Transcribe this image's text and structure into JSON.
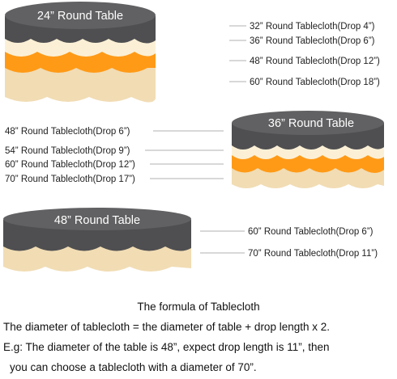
{
  "colors": {
    "tabletop": "#616163",
    "tabletop_edge": "#4f4f51",
    "cream": "#fbf0d6",
    "orange": "#ff9a17",
    "tan": "#f1dcb4",
    "label_text": "#222222",
    "arrow": "#999999"
  },
  "tables": [
    {
      "title": "24” Round Table",
      "tablecloths": [
        "32” Round Tablecloth(Drop 4”)",
        "36” Round Tablecloth(Drop 6”)",
        "48” Round Tablecloth(Drop 12”)",
        "60” Round Tablecloth(Drop 18”)"
      ]
    },
    {
      "title": "36” Round Table",
      "tablecloths": [
        "48” Round Tablecloth(Drop 6”)",
        "54” Round Tablecloth(Drop 9”)",
        "60” Round Tablecloth(Drop 12”)",
        "70” Round Tablecloth(Drop 17”)"
      ]
    },
    {
      "title": "48” Round Table",
      "tablecloths": [
        "60” Round Tablecloth(Drop 6”)",
        "70” Round Tablecloth(Drop 11”)"
      ]
    }
  ],
  "formula": {
    "title": "The formula of Tablecloth",
    "line1": "The diameter of tablecloth = the diameter of table + drop length x 2.",
    "line2": "E.g: The diameter of the table is 48”, expect drop length is 11”, then",
    "line3": "you can choose a tablecloth with a diameter of 70”."
  }
}
